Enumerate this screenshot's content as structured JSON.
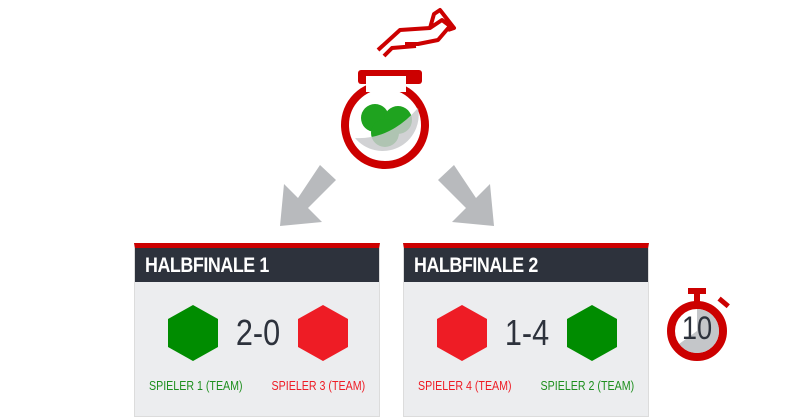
{
  "colors": {
    "red": "#cc0000",
    "green": "#008c00",
    "hex_red": "#ee1c25",
    "header": "#2d323c",
    "arrow": "#b8babd"
  },
  "matches": [
    {
      "title": "HALBFINALE 1",
      "score": "2-0",
      "left": {
        "name": "SPIELER 1 (TEAM)",
        "color": "green"
      },
      "right": {
        "name": "SPIELER 3 (TEAM)",
        "color": "red"
      }
    },
    {
      "title": "HALBFINALE 2",
      "score": "1-4",
      "left": {
        "name": "SPIELER 4 (TEAM)",
        "color": "red"
      },
      "right": {
        "name": "SPIELER 2 (TEAM)",
        "color": "green"
      }
    }
  ],
  "timer": {
    "value": "10",
    "progress": 0.35
  },
  "icons": [
    "hand-icon",
    "draw-bowl-icon",
    "arrow-down-left-icon",
    "arrow-down-right-icon",
    "stopwatch-icon"
  ]
}
